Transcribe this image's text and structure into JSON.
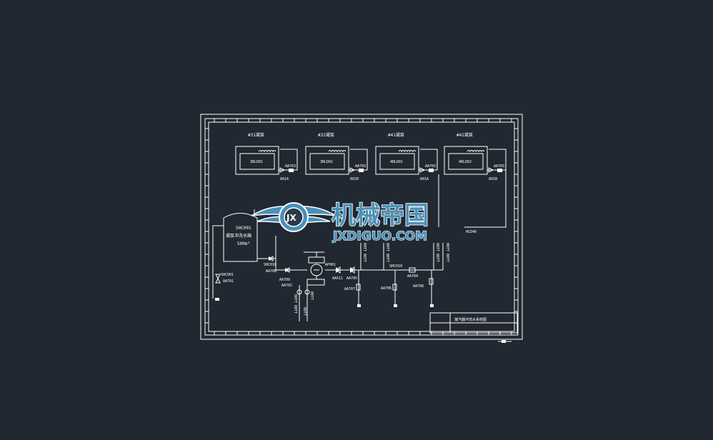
{
  "pumps": [
    {
      "title": "#31凝泵",
      "id": "3RLD01",
      "valve": "AA703",
      "pipe": "A01A"
    },
    {
      "title": "#32凝泵",
      "id": "3RLD02",
      "valve": "AA703",
      "pipe": "A01B"
    },
    {
      "title": "#41凝泵",
      "id": "4RLD01",
      "valve": "AA703",
      "pipe": "A01A"
    },
    {
      "title": "#42凝泵",
      "id": "4RLD02",
      "valve": "AA703",
      "pipe": "A01B"
    }
  ],
  "tank": {
    "id": "SHC001",
    "name": "凝泵冲洗水箱",
    "volume": "500m³"
  },
  "labels": {
    "shc001_valve": "SHC001",
    "aa701": "AA701",
    "shc010_left": "SHC010",
    "aa702": "AA702",
    "ap001": "AP001",
    "aa511": "AA511",
    "aa705": "AA705",
    "aa707": "AA707",
    "shc010_right": "SHC010",
    "aa704": "AA704",
    "aa706": "AA706",
    "aa708": "AA708",
    "hcd40": "HCD40",
    "aa709": "AA709",
    "vert1": "00TT 00TT",
    "vert2": "00TT 00TT",
    "vert3": "00TT 00TT",
    "vert4": "00TT 00TT",
    "vert5": "00TT 00TT",
    "vert_low1": "00TT",
    "vert_low2": "00TT",
    "title_block": "凝汽器冲洗水系统图"
  },
  "logo": {
    "cn": "机械帝国",
    "en": "JXDIGUO.COM",
    "badge": "JX"
  }
}
